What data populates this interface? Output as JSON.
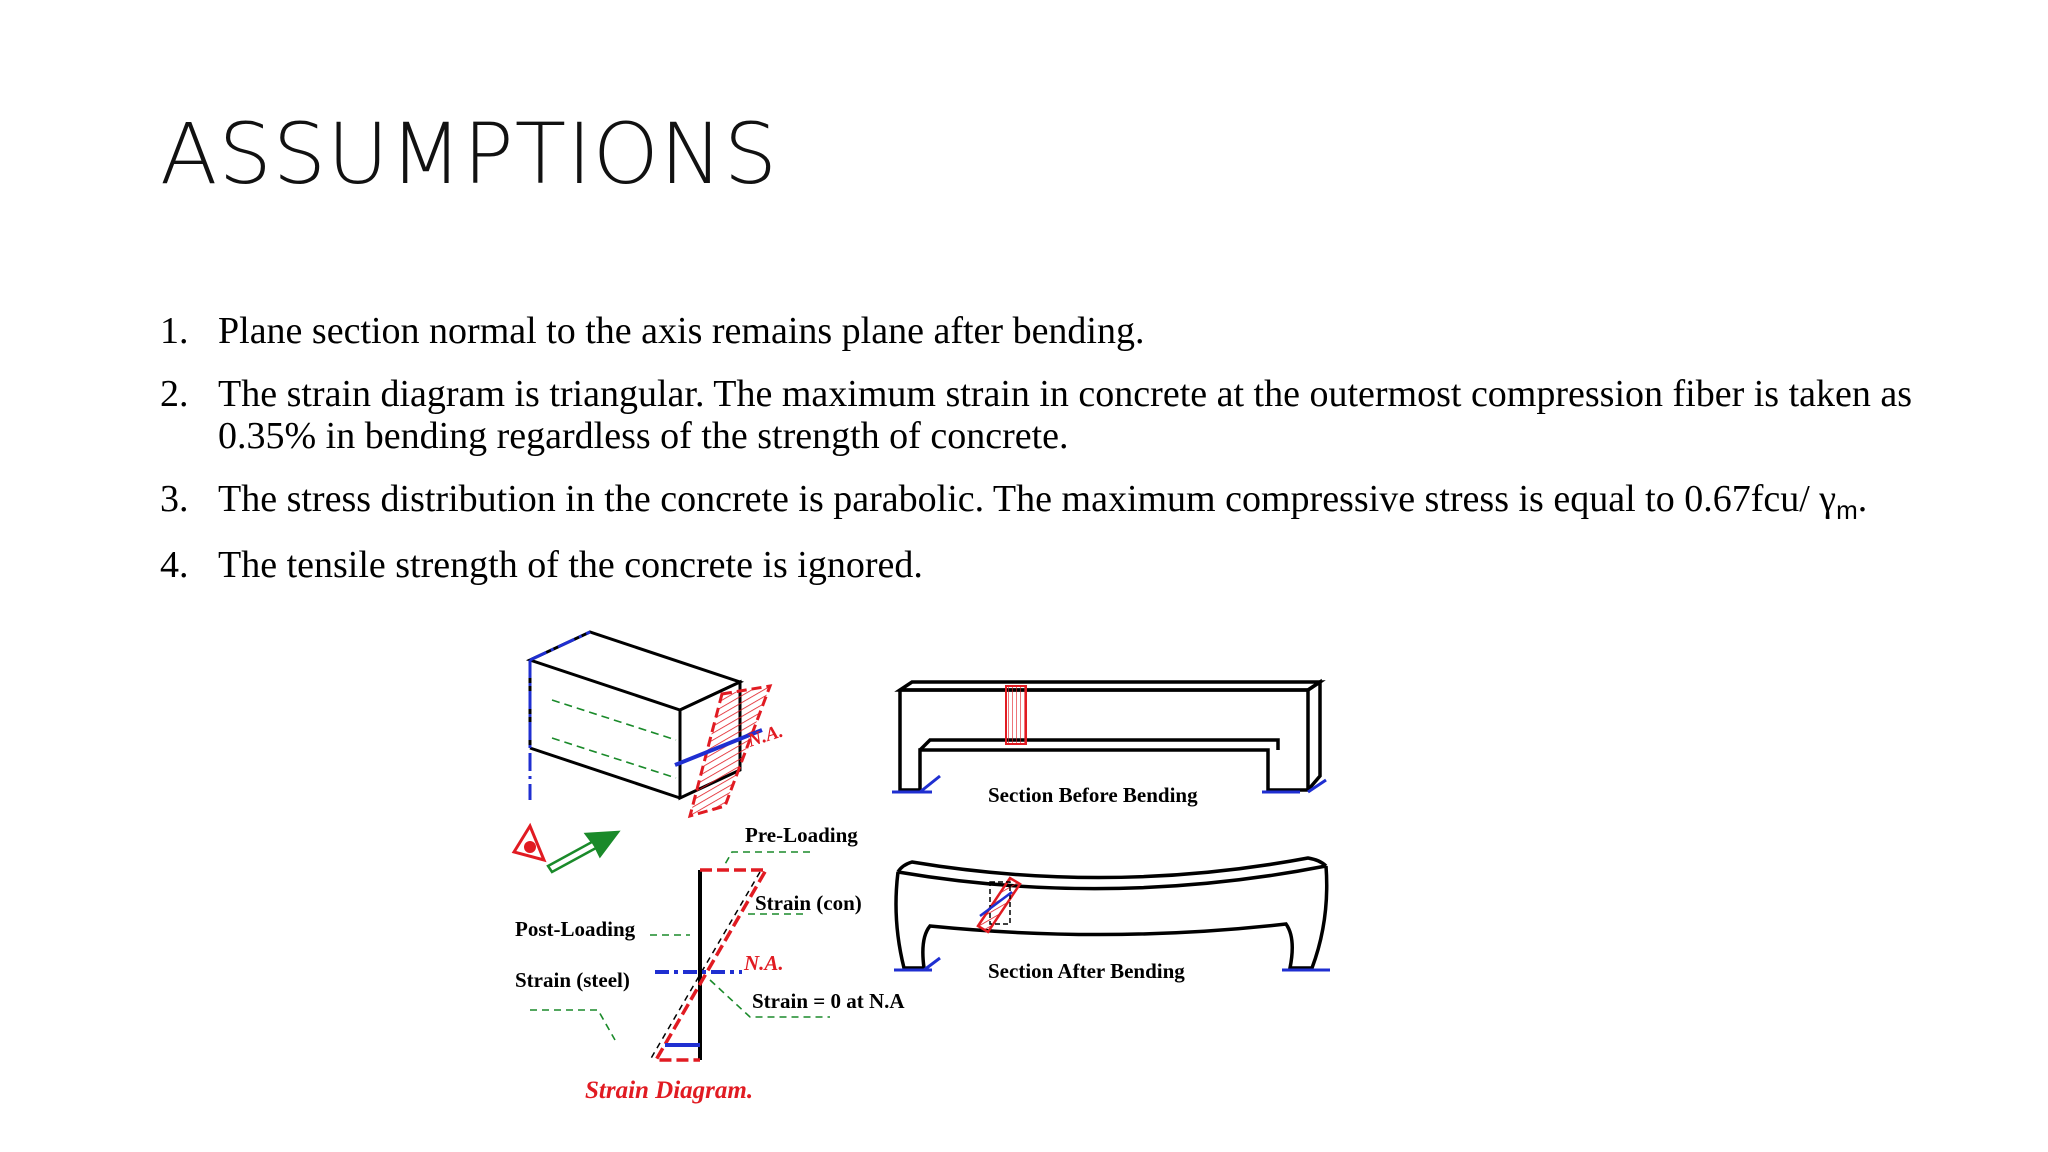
{
  "slide": {
    "title": "ASSUMPTIONS",
    "assumptions": [
      {
        "num": "1.",
        "text": "Plane section normal to the axis remains plane after bending."
      },
      {
        "num": "2.",
        "text": "The strain diagram is triangular. The maximum strain in concrete at the outermost compression fiber is taken as 0.35% in bending regardless of the strength of concrete."
      },
      {
        "num": "3.",
        "text": "The stress distribution in the concrete is parabolic. The maximum compressive stress is equal to 0.67fcu/ γ",
        "subscript": "m",
        "suffix": "."
      },
      {
        "num": "4.",
        "text": "The tensile strength of the concrete is ignored."
      }
    ]
  },
  "figure": {
    "block_na_label": "N.A.",
    "pre_loading": "Pre-Loading",
    "strain_con": "Strain (con)",
    "post_loading": "Post-Loading",
    "strain_steel": "Strain (steel)",
    "diagram_na_label": "N.A.",
    "strain_zero": "Strain = 0 at N.A",
    "strain_diagram_caption": "Strain  Diagram.",
    "section_before": "Section Before Bending",
    "section_after": "Section After Bending"
  },
  "colors": {
    "red": "#e11b22",
    "blue": "#1f2fd1",
    "green": "#1a8a2a",
    "black": "#000000"
  }
}
